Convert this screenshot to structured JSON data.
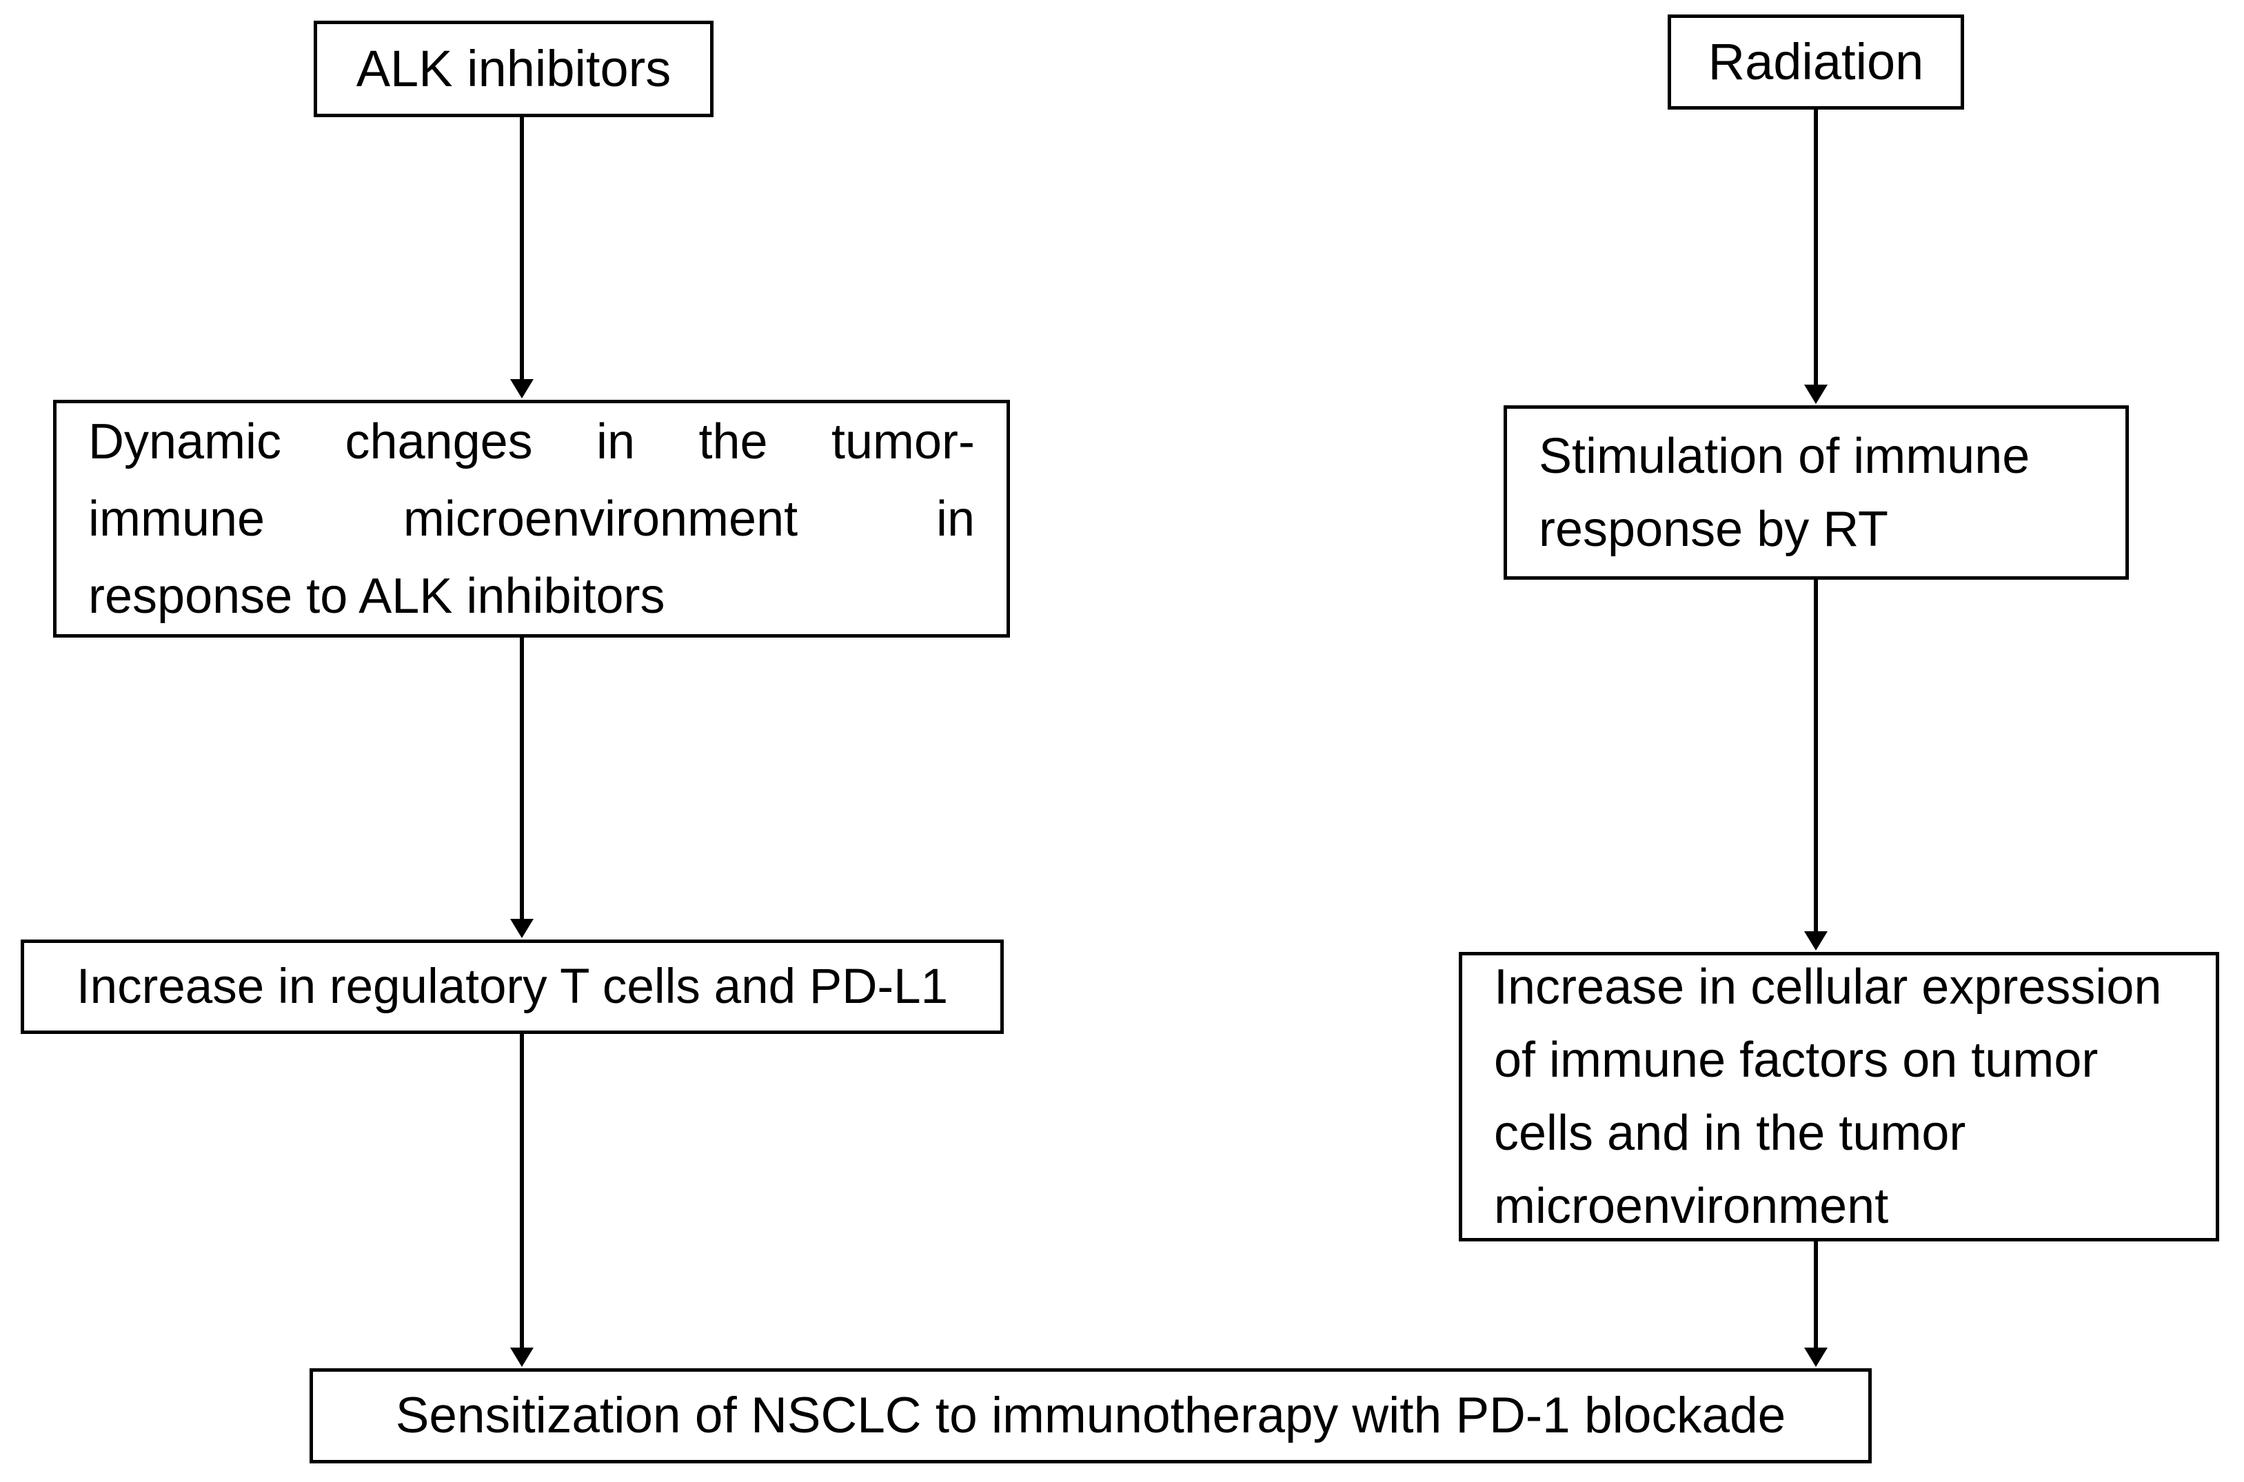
{
  "diagram": {
    "title": "Sensitization of NSCLC to PD-1 blockade flowchart",
    "colors": {
      "background": "#ffffff",
      "line": "#000000",
      "text": "#000000"
    },
    "left_column": {
      "top_node": "ALK inhibitors",
      "middle_node_lines": [
        "Dynamic changes in the tumor-",
        "immune microenvironment in",
        "response to ALK inhibitors"
      ],
      "bottom_node": "Increase in regulatory T cells and PD-L1"
    },
    "right_column": {
      "top_node": "Radiation",
      "middle_node": "Stimulation of immune\nresponse by RT",
      "bottom_node": "Increase in cellular expression\nof immune factors on tumor\ncells and in the tumor\nmicroenvironment"
    },
    "outcome_node": "Sensitization of NSCLC to immunotherapy with PD-1 blockade"
  }
}
